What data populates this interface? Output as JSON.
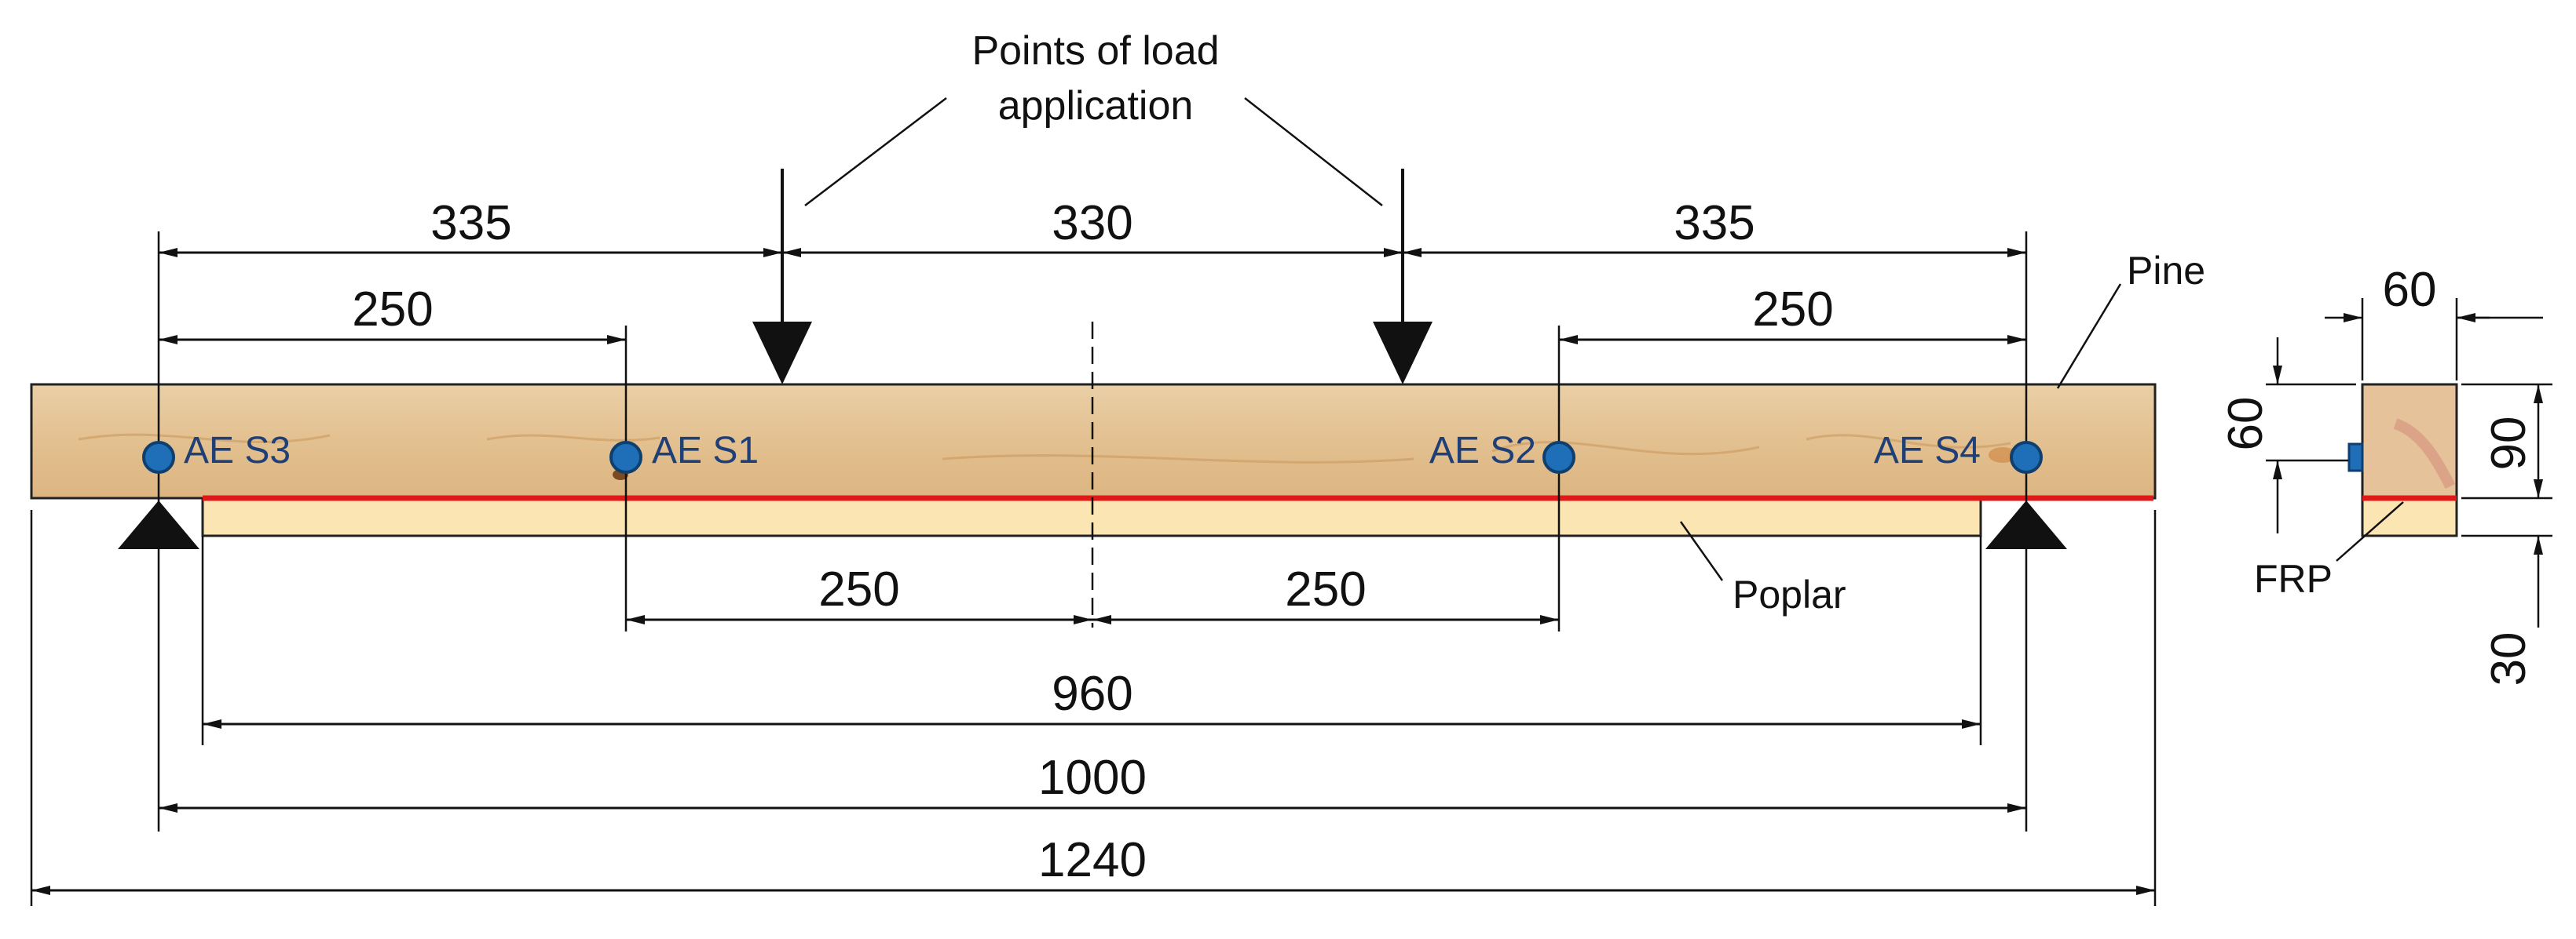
{
  "title_line1": "Points of load",
  "title_line2": "application",
  "labels": {
    "pine": "Pine",
    "poplar": "Poplar",
    "frp": "FRP"
  },
  "sensors": {
    "s3": "AE S3",
    "s1": "AE S1",
    "s2": "AE S2",
    "s4": "AE S4"
  },
  "dimensions": {
    "top_left": "335",
    "top_mid": "330",
    "top_right": "335",
    "left_250": "250",
    "right_250": "250",
    "bottom_left_250": "250",
    "bottom_right_250": "250",
    "span_960": "960",
    "span_1000": "1000",
    "span_1240": "1240"
  },
  "section": {
    "width": "60",
    "pine_height": "60",
    "total_height": "90",
    "poplar_height": "30"
  },
  "colors": {
    "pine_wood": "#e7c9a0",
    "poplar_wood": "#fbe6b3",
    "frp_line": "#e01818",
    "sensor_fill": "#1e6fb8",
    "sensor_stroke": "#0f3f6e",
    "dim_line": "#111111"
  }
}
